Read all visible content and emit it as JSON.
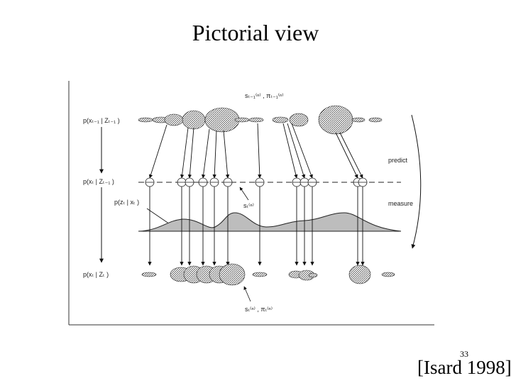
{
  "slide": {
    "title": "Pictorial view",
    "page_number": "33",
    "citation": "[Isard 1998]"
  },
  "diagram": {
    "row_labels": [
      {
        "id": "prior",
        "text": "p(xₜ₋₁ | Zₜ₋₁ )"
      },
      {
        "id": "predicted",
        "text": "p(xₜ | Zₜ₋₁ )"
      },
      {
        "id": "likelihood",
        "text": "p(zₜ | xₜ )"
      },
      {
        "id": "posterior",
        "text": "p(xₜ | Zₜ )"
      }
    ],
    "top_sample_label": "sₜ₋₁⁽ⁿ⁾ , πₜ₋₁⁽ⁿ⁾",
    "mid_sample_label": "sₜ⁽ⁿ⁾",
    "bottom_sample_label": "sₜ⁽ⁿ⁾ , πₜ⁽ⁿ⁾",
    "right_labels": {
      "predict": "predict",
      "measure": "measure"
    },
    "hatch_color": "#555555",
    "measurement_fill": "#bdbdbd"
  }
}
